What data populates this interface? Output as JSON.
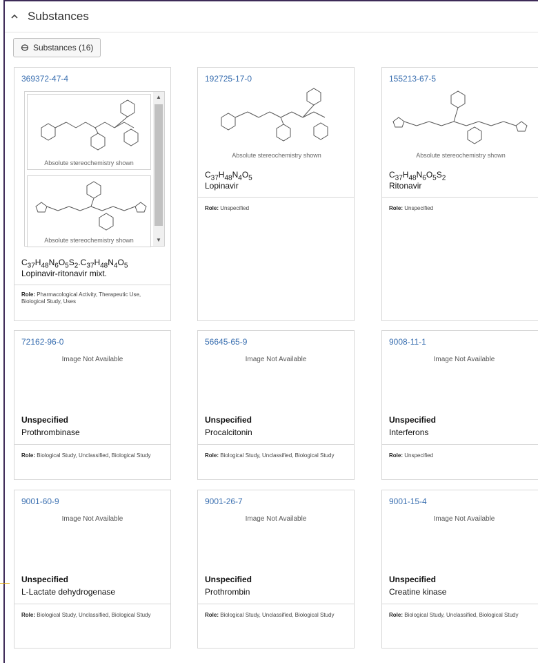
{
  "section": {
    "title": "Substances",
    "button_label": "Substances (16)"
  },
  "caption": "Absolute stereochemistry shown",
  "not_available": "Image Not Available",
  "cards": [
    {
      "cas": "369372-47-4",
      "formula_html": "C<sub>37</sub>H<sub>48</sub>N<sub>6</sub>O<sub>5</sub>S<sub>2</sub>.C<sub>37</sub>H<sub>48</sub>N<sub>4</sub>O<sub>5</sub>",
      "name": "Lopinavir-ritonavir mixt.",
      "role_label": "Role:",
      "role": "Pharmacological Activity, Therapeutic Use, Biological Study, Uses"
    },
    {
      "cas": "192725-17-0",
      "formula_html": "C<sub>37</sub>H<sub>48</sub>N<sub>4</sub>O<sub>5</sub>",
      "name": "Lopinavir",
      "role_label": "Role:",
      "role": "Unspecified"
    },
    {
      "cas": "155213-67-5",
      "formula_html": "C<sub>37</sub>H<sub>48</sub>N<sub>6</sub>O<sub>5</sub>S<sub>2</sub>",
      "name": "Ritonavir",
      "role_label": "Role:",
      "role": "Unspecified"
    },
    {
      "cas": "72162-96-0",
      "type": "Unspecified",
      "name": "Prothrombinase",
      "role_label": "Role:",
      "role": "Biological Study, Unclassified, Biological Study"
    },
    {
      "cas": "56645-65-9",
      "type": "Unspecified",
      "name": "Procalcitonin",
      "role_label": "Role:",
      "role": "Biological Study, Unclassified, Biological Study"
    },
    {
      "cas": "9008-11-1",
      "type": "Unspecified",
      "name": "Interferons",
      "role_label": "Role:",
      "role": "Unspecified"
    },
    {
      "cas": "9001-60-9",
      "type": "Unspecified",
      "name": "L-Lactate dehydrogenase",
      "role_label": "Role:",
      "role": "Biological Study, Unclassified, Biological Study"
    },
    {
      "cas": "9001-26-7",
      "type": "Unspecified",
      "name": "Prothrombin",
      "role_label": "Role:",
      "role": "Biological Study, Unclassified, Biological Study"
    },
    {
      "cas": "9001-15-4",
      "type": "Unspecified",
      "name": "Creatine kinase",
      "role_label": "Role:",
      "role": "Biological Study, Unclassified, Biological Study"
    }
  ]
}
